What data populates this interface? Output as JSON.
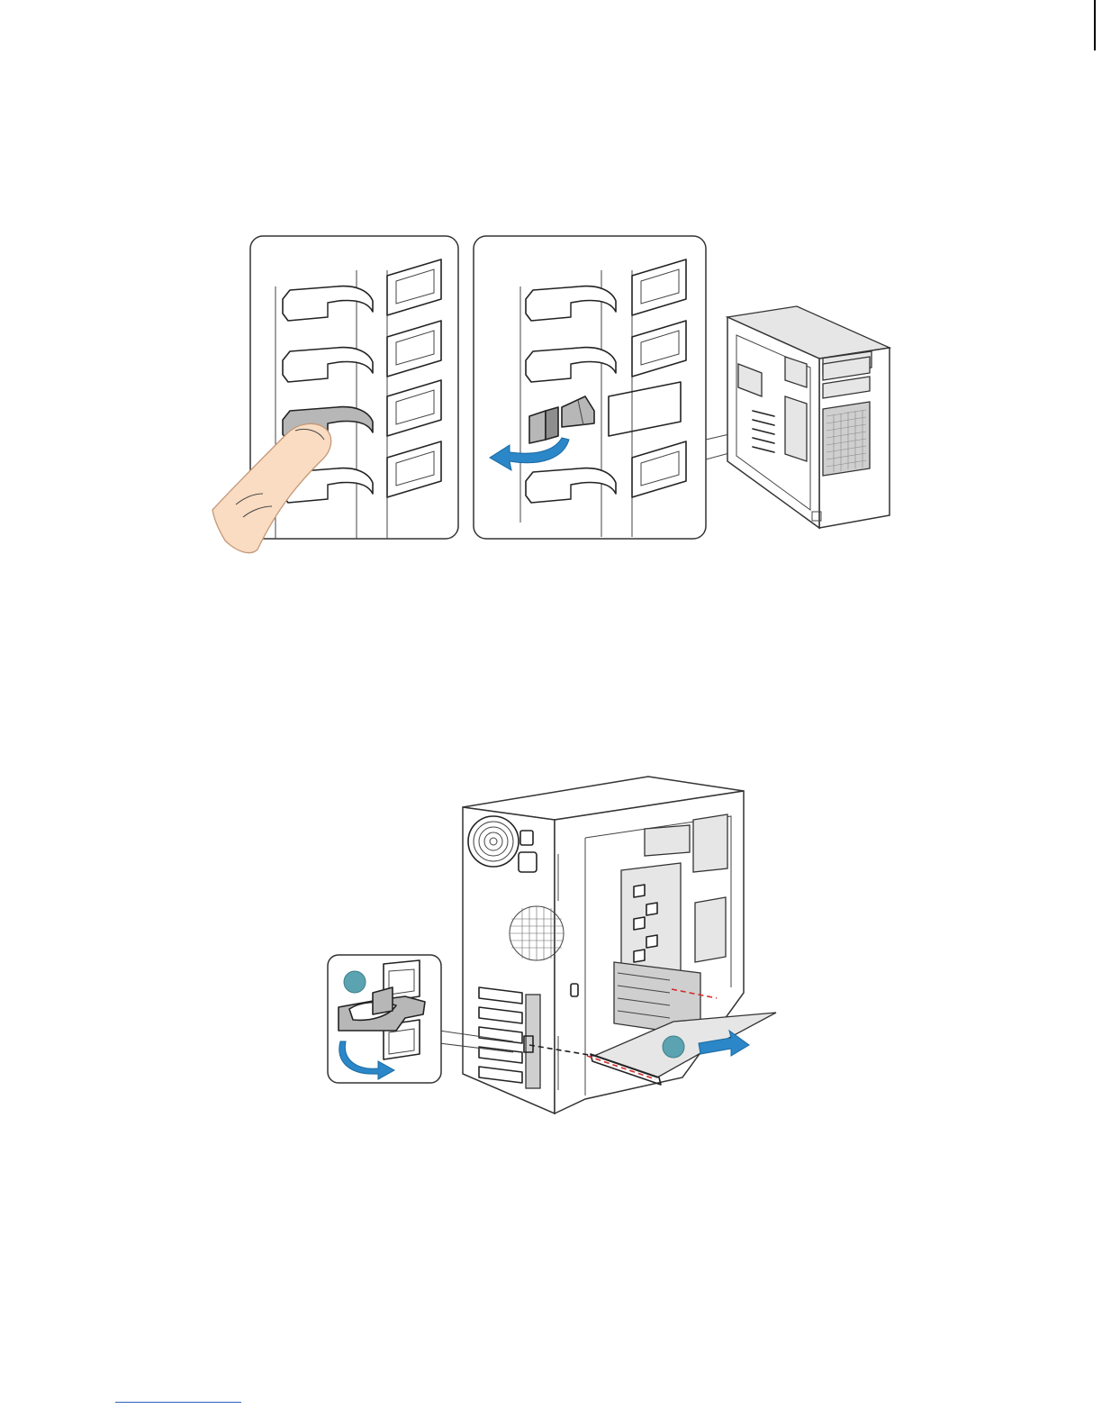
{
  "figures": [
    {
      "id": "figure-top",
      "panels": [
        "press-tab-detail",
        "rotate-clip-detail",
        "chassis-side-view"
      ],
      "arrow_color": "#2b87c7"
    },
    {
      "id": "figure-bottom",
      "panels": [
        "clip-detail-inset",
        "chassis-rear-view"
      ],
      "callouts": [
        "",
        ""
      ],
      "arrow_color": "#2b87c7",
      "callout_color": "#5ba3b0"
    }
  ]
}
